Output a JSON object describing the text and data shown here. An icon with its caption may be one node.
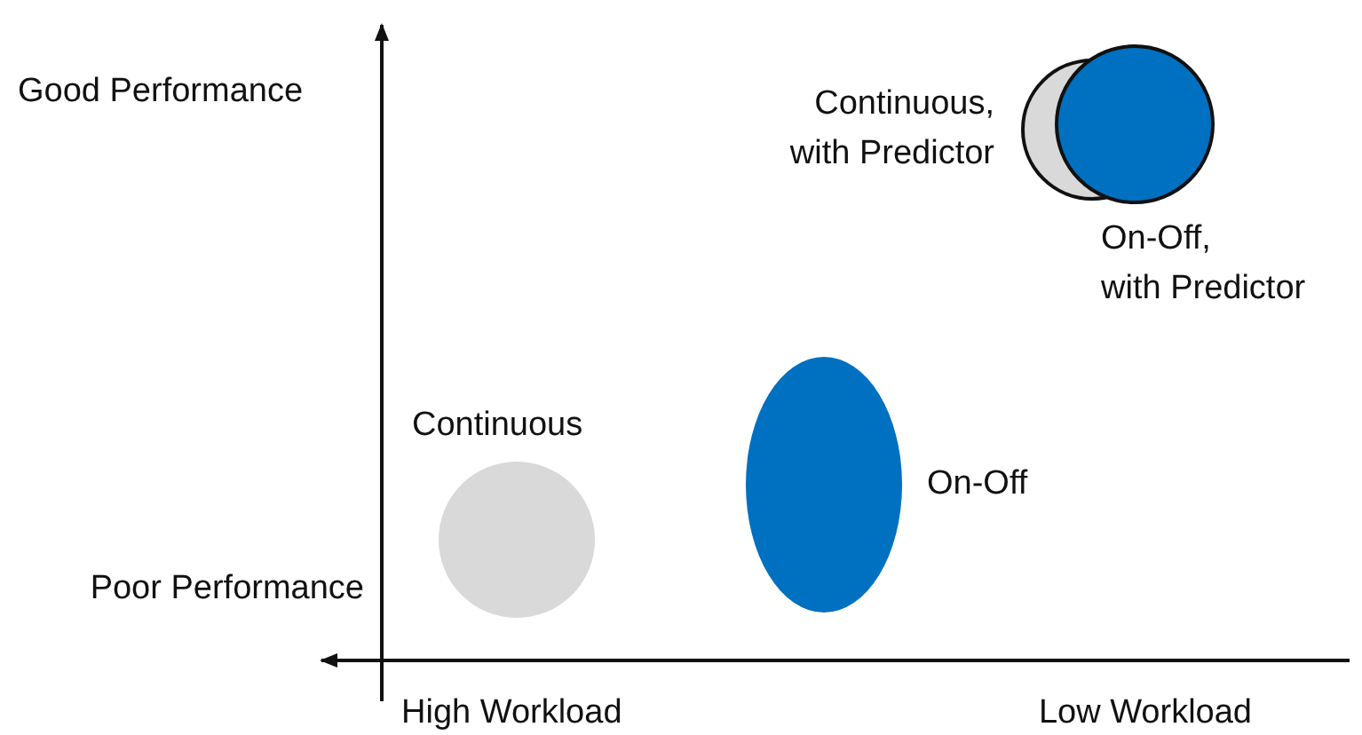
{
  "diagram": {
    "nodes": [
      {
        "text": [],
        "shape": "circle",
        "beside": [
          "Continuous"
        ]
      },
      {
        "text": [],
        "shape": "ellipse",
        "beside": [
          "On-Off"
        ]
      },
      {
        "text": [],
        "shape": "circle",
        "beside": [
          "Continuous, with Predictor"
        ]
      },
      {
        "text": [],
        "shape": "circle",
        "beside": [
          "On-Off, with Predictor"
        ]
      }
    ],
    "labels": [
      "Good Performance",
      "Poor Performance",
      "High Workload",
      "Low Workload"
    ]
  }
}
